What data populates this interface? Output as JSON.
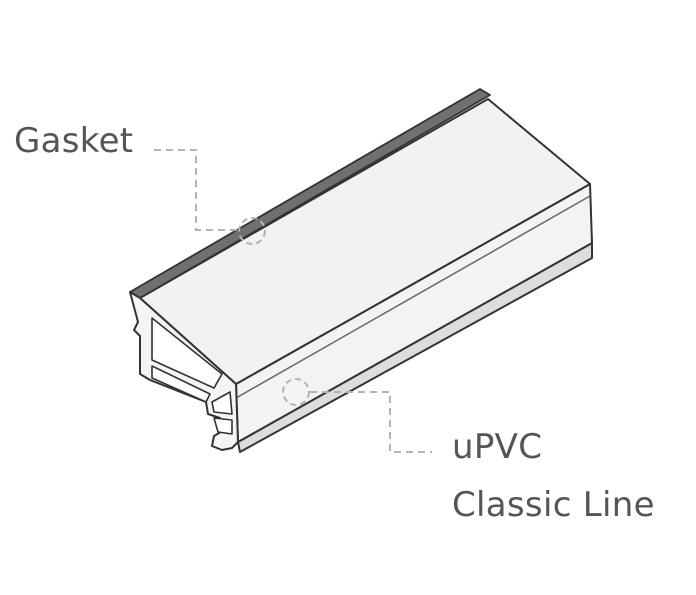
{
  "callouts": {
    "gasket": "Gasket",
    "material": "uPVC",
    "product_line": "Classic Line"
  },
  "colors": {
    "gasket": "#707070",
    "profile_face": "#f2f2f2",
    "outline": "#333333",
    "leader_line": "#b3b3b3",
    "label_text": "#555555"
  }
}
